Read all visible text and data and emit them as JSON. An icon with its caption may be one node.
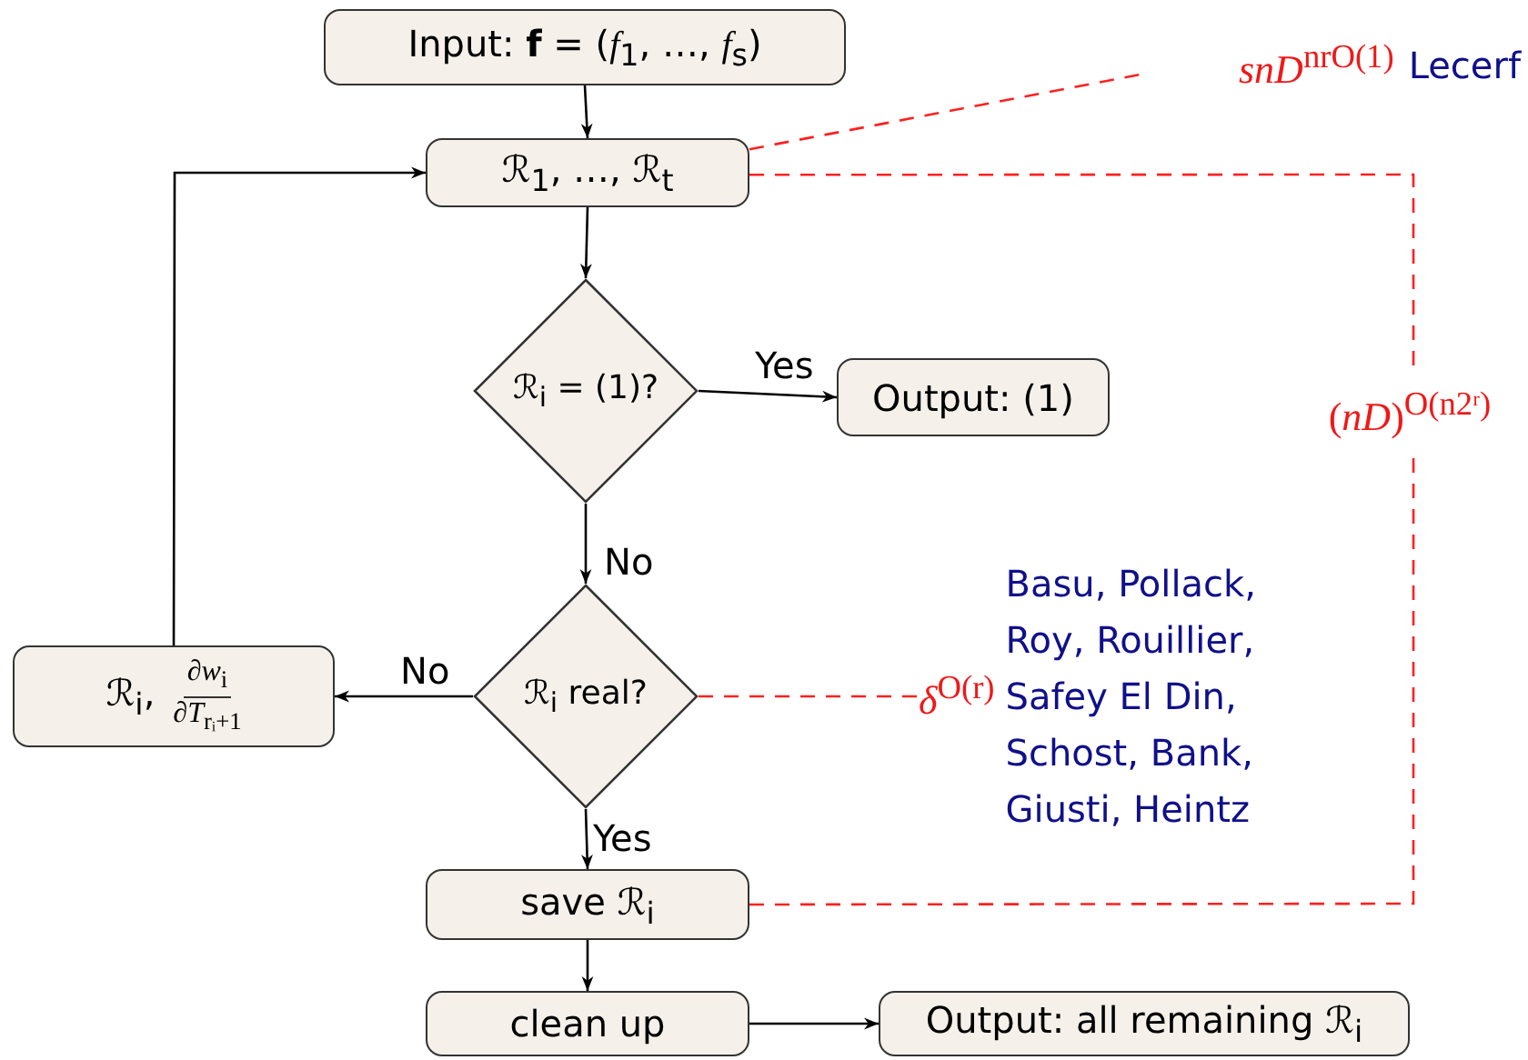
{
  "diagram": {
    "nodes": [
      {
        "text": [
          "Input:  **f** = (*f*$_{1}$, …, *f*$_{s}$)"
        ]
      },
      {
        "text": [
          "ℛ$_{1}$, …, ℛ$_{t}$"
        ]
      },
      {
        "text": [
          "ℛ$_{i}$ = (1)?"
        ]
      },
      {
        "text": [
          "Output:  (1)"
        ]
      },
      {
        "text": [
          "ℛ$_{i}$  real?"
        ]
      },
      {
        "text": [
          "ℛ$_{i}$,",
          "∂*w*$_{i}$",
          "∂*T*$_{rᵢ+1}$"
        ]
      },
      {
        "text": [
          "save  ℛ$_{i}$"
        ]
      },
      {
        "text": [
          "clean up"
        ]
      },
      {
        "text": [
          "Output:  all remaining ℛ$_{i}$"
        ]
      },
      {
        "text": [
          "*snD*$^{nrO(1)}$",
          "Lecerf"
        ]
      },
      {
        "text": [
          "(*nD*)$^{O(n2ʳ)}$"
        ]
      },
      {
        "text": [
          "*δ*$^{O(r)}$",
          "Basu, Pollack, Roy, Rouillier, Safey El Din, Schost, Bank, Giusti, Heintz"
        ]
      }
    ],
    "edges": [
      {
        "from": 0,
        "to": 1,
        "arrow": "to"
      },
      {
        "from": 1,
        "to": 2,
        "arrow": "to"
      },
      {
        "from": 2,
        "to": 3,
        "arrow": "to",
        "label": "Yes"
      },
      {
        "from": 2,
        "to": 4,
        "arrow": "to",
        "label": "No"
      },
      {
        "from": 4,
        "to": 5,
        "arrow": "to",
        "label": "No"
      },
      {
        "from": 5,
        "to": 1,
        "arrow": "to"
      },
      {
        "from": 4,
        "to": 6,
        "arrow": "to",
        "label": "Yes"
      },
      {
        "from": 6,
        "to": 7,
        "arrow": "to"
      },
      {
        "from": 7,
        "to": 8,
        "arrow": "to"
      },
      {
        "from": 1,
        "to": 9,
        "arrow": "none",
        "style": "dashed",
        "color": "#ff2020"
      },
      {
        "from": 1,
        "to": 10,
        "arrow": "none",
        "style": "dashed",
        "color": "#ff2020"
      },
      {
        "from": 6,
        "to": 10,
        "arrow": "none",
        "style": "dashed",
        "color": "#ff2020"
      },
      {
        "from": 4,
        "to": 11,
        "arrow": "none",
        "style": "dashed",
        "color": "#ff2020"
      }
    ]
  }
}
